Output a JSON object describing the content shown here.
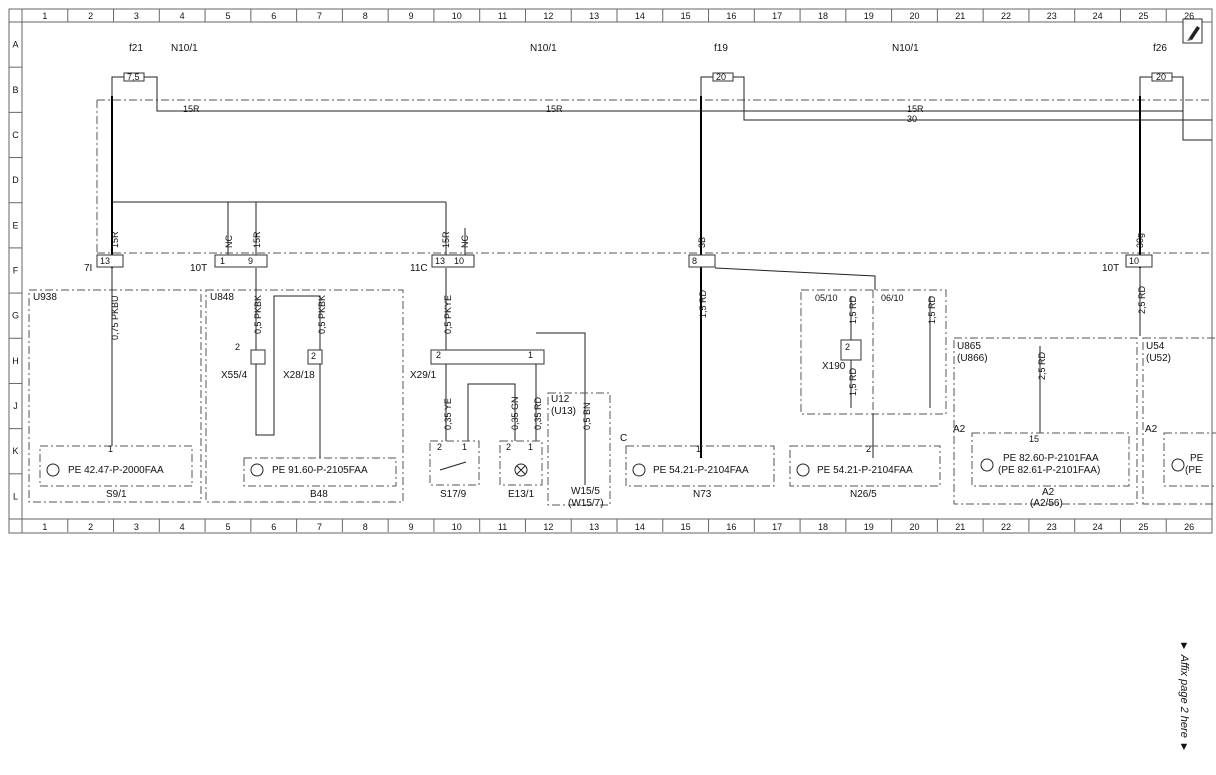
{
  "grid": {
    "cols": [
      "1",
      "2",
      "3",
      "4",
      "5",
      "6",
      "7",
      "8",
      "9",
      "10",
      "11",
      "12",
      "13",
      "14",
      "15",
      "16",
      "17",
      "18",
      "19",
      "20",
      "21",
      "22",
      "23",
      "24",
      "25",
      "26"
    ],
    "rows": [
      "A",
      "B",
      "C",
      "D",
      "E",
      "F",
      "G",
      "H",
      "J",
      "K",
      "L"
    ]
  },
  "fuses": {
    "f21": {
      "label": "f21",
      "panel": "N10/1",
      "rating": "7,5"
    },
    "center_panel": "N10/1",
    "f19": {
      "label": "f19",
      "rating": "20"
    },
    "right_panel": "N10/1",
    "f26": {
      "label": "f26",
      "rating": "20"
    }
  },
  "buses": {
    "r1": "15R",
    "r2": "15R",
    "r3": "15R",
    "r4": "30"
  },
  "connectors": {
    "c7l": "7I",
    "c7l_pin": "13",
    "c7l_sig": "15R",
    "c10t": "10T",
    "c10t_p1": "1",
    "c10t_p1_sig": "NC",
    "c10t_p9": "9",
    "c10t_p9_sig": "15R",
    "c11c": "11C",
    "c11c_p13": "13",
    "c11c_p13_sig": "15R",
    "c11c_p10": "10",
    "c11c_p10_sig": "NC",
    "c8": "8",
    "c8_sig": "3B",
    "c10t2": "10T",
    "c10t2_p10": "10",
    "c10t2_sig": "30g"
  },
  "wires": {
    "w1": "0,75 PKBU",
    "w2": "0,5 PKBK",
    "w3": "0,5 PKBK",
    "w4": "0,5 PKYE",
    "w5": "1,5 RD",
    "w6": "0,35 YE",
    "w7": "0,35 GN",
    "w8": "0,35 RD",
    "w9": "0,5 BN",
    "w10": "1,5 RD",
    "w11": "1,5 RD",
    "w12": "1,5 RD",
    "w13": "2,5 RD",
    "w14": "2,5 RD"
  },
  "modules": {
    "u938": "U938",
    "u848": "U848",
    "x55": "X55/4",
    "x55_pin": "2",
    "x28": "X28/18",
    "x28_pin": "2",
    "x29": "X29/1",
    "x29_p2": "2",
    "x29_p1": "1",
    "u12": "U12",
    "u12b": "(U13)",
    "w15": "W15/5",
    "w15b": "(W15/7)",
    "v0510": "05/10",
    "v0610": "06/10",
    "x190": "X190",
    "x190_pin": "2",
    "u865": "U865",
    "u865b": "(U866)",
    "u54": "U54",
    "u54b": "(U52)",
    "a2_tag": "A2",
    "a2_tag2": "A2",
    "c_tag": "C"
  },
  "components": {
    "s9": {
      "pin": "1",
      "ref": "PE 42.47-P-2000FAA",
      "name": "S9/1"
    },
    "b48": {
      "ref": "PE 91.60-P-2105FAA",
      "name": "B48"
    },
    "s17": {
      "p2": "2",
      "p1": "1",
      "name": "S17/9"
    },
    "e13": {
      "p2": "2",
      "p1": "1",
      "name": "E13/1"
    },
    "n73": {
      "pin": "1",
      "ref": "PE 54.21-P-2104FAA",
      "name": "N73"
    },
    "n26": {
      "pin": "2",
      "ref": "PE 54.21-P-2104FAA",
      "name": "N26/5"
    },
    "a2": {
      "pin": "15",
      "ref1": "PE 82.60-P-2101FAA",
      "ref2": "(PE 82.61-P-2101FAA)",
      "name": "A2",
      "name2": "(A2/56)"
    },
    "u54comp": {
      "ref1": "PE",
      "ref2": "(PE"
    }
  },
  "affix": "▼ Affix page 2 here ▼"
}
